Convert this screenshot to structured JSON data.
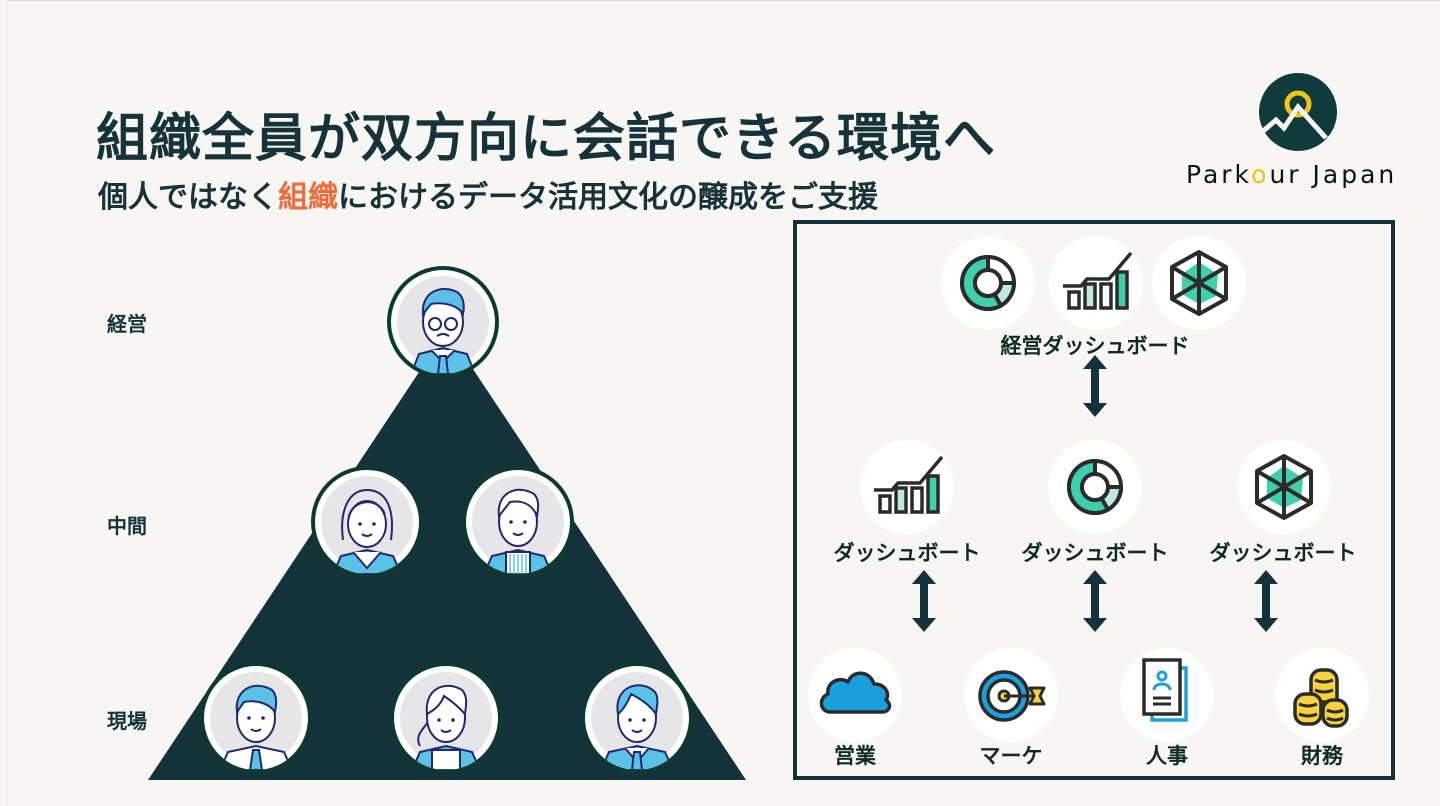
{
  "header": {
    "title": "組織全員が双方向に会話できる環境へ",
    "subtitle_before": "個人ではなく",
    "subtitle_highlight": "組織",
    "subtitle_after": "におけるデータ活用文化の醸成をご支援",
    "highlight_color": "#f06a3b"
  },
  "logo": {
    "text_before": "Park",
    "text_o": "o",
    "text_after": "ur Japan",
    "icon": "mountain-sun-icon",
    "colors": {
      "circle": "#0f3b3a",
      "sun": "#f0c419"
    }
  },
  "pyramid": {
    "color": "#13323a",
    "levels": [
      {
        "label": "経営",
        "people": [
          "executive-avatar"
        ]
      },
      {
        "label": "中間",
        "people": [
          "manager-woman-avatar",
          "manager-man-avatar"
        ]
      },
      {
        "label": "現場",
        "people": [
          "staff-man-avatar",
          "staff-woman-avatar",
          "staff-man2-avatar"
        ]
      }
    ]
  },
  "dashboard_panel": {
    "top": {
      "label": "経営ダッシュボード",
      "icons": [
        "donut-chart-icon",
        "bar-chart-icon",
        "radar-chart-icon"
      ]
    },
    "middle": [
      {
        "label": "ダッシュボート",
        "icon": "bar-chart-icon"
      },
      {
        "label": "ダッシュボート",
        "icon": "donut-chart-icon"
      },
      {
        "label": "ダッシュボート",
        "icon": "radar-chart-icon"
      }
    ],
    "departments": [
      {
        "label": "営業",
        "icon": "cloud-icon"
      },
      {
        "label": "マーケ",
        "icon": "target-icon"
      },
      {
        "label": "人事",
        "icon": "profile-document-icon"
      },
      {
        "label": "財務",
        "icon": "coins-icon"
      }
    ],
    "colors": {
      "teal": "#3ecfad",
      "teal_light": "#bfe9df",
      "blue": "#1aa0dc",
      "gold": "#f6d33c",
      "stroke": "#2b2b2b",
      "border": "#13323a"
    }
  }
}
